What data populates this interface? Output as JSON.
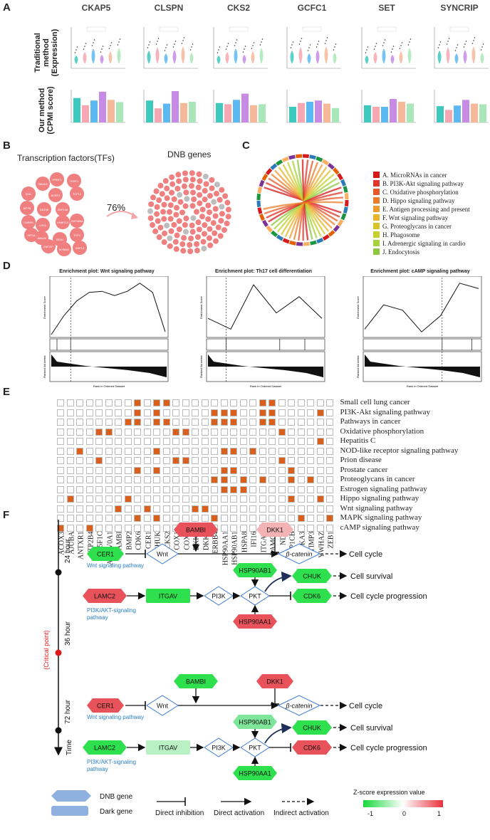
{
  "figure": {
    "panel_labels": [
      "A",
      "B",
      "C",
      "D",
      "E",
      "F"
    ]
  },
  "panel_a": {
    "genes": [
      "CKAP5",
      "CLSPN",
      "CKS2",
      "GCFC1",
      "SET",
      "SYNCRIP"
    ],
    "row_labels": {
      "traditional": [
        "Traditional",
        "method",
        "(Expression)"
      ],
      "ours": [
        "Our method",
        "(CPMI score)"
      ]
    },
    "bar_colors": [
      "#3ec9bf",
      "#f7a7b2",
      "#5cb8f0",
      "#c78be6",
      "#f5b99a",
      "#a9e6b9"
    ],
    "cpmi": [
      [
        0.78,
        0.55,
        0.7,
        0.98,
        0.72,
        0.65
      ],
      [
        0.7,
        0.45,
        0.6,
        1.0,
        0.62,
        0.66
      ],
      [
        0.62,
        0.58,
        0.72,
        0.92,
        0.55,
        0.58
      ],
      [
        0.5,
        0.62,
        0.66,
        0.7,
        0.6,
        0.46
      ],
      [
        0.55,
        0.5,
        0.5,
        0.75,
        0.66,
        0.6
      ],
      [
        0.52,
        0.4,
        0.54,
        0.72,
        0.6,
        0.58
      ]
    ]
  },
  "panel_b": {
    "tf_title": "Transcription factors(TFs)",
    "dnb_title": "DNB genes",
    "percent": "76%",
    "tfs": [
      "SMAD2",
      "PRRF1",
      "TERF1",
      "SKIL",
      "ACBF2",
      "TCF12",
      "NFYB",
      "GATA6",
      "ZNF146",
      "GABPA",
      "LHX1",
      "LIMBTL2",
      "ZNF286A",
      "SMAD5",
      "EEA1",
      "TCF4",
      "HIF1A",
      "ZNF207",
      "MYBM1",
      "ZNF12"
    ]
  },
  "panel_c": {
    "legend": [
      "A. MicroRNAs in cancer",
      "B. PI3K-Akt signaling pathway",
      "C. Oxidative phosphorylation",
      "D. Hippo signaling pathway",
      "E. Antigen processing and present",
      "F. Wnt signaling pathway",
      "G. Proteoglycans in cancer",
      "H. Phagosome",
      "I. Adrenergic signaling in cardio",
      "J. Endocytosis"
    ],
    "colors": [
      "#d7191c",
      "#e0362a",
      "#e65a2a",
      "#ec7d28",
      "#f09a2c",
      "#e7b42a",
      "#d8c32a",
      "#c3d02e",
      "#a6d23b",
      "#8dc63f"
    ]
  },
  "panel_d": {
    "plots": [
      {
        "title": "Enrichment plot: Wnt signaling pathway",
        "ylabel_top": "Enrichment Score",
        "ylabel_bottom": "Ranked list metric",
        "xlabel": "Rank in Ordered Dataset",
        "es": [
          0,
          0.35,
          0.62,
          0.78,
          0.8,
          0.72,
          0.8,
          0.95,
          0.78,
          0.05
        ],
        "hits": [
          0.05,
          0.17
        ],
        "peak": 0.17
      },
      {
        "title": "Enrichment plot: Th17 cell differentiation",
        "ylabel_top": "Enrichment Score",
        "ylabel_bottom": "Ranked list metric",
        "xlabel": "Rank in Ordered Dataset",
        "es": [
          0.3,
          0.1,
          0.92,
          0.4,
          0.7,
          0.3
        ],
        "hits": [
          0.16,
          0.63,
          0.85
        ],
        "peak": 0.16
      },
      {
        "title": "Enrichment plot: cAMP signaling pathway",
        "ylabel_top": "Enrichment Score",
        "ylabel_bottom": "Ranked list metric",
        "xlabel": "Rank in Ordered Dataset",
        "es": [
          0.1,
          0.55,
          0.45,
          0.05,
          0.35,
          0.95,
          0.85
        ],
        "hits": [
          0.68,
          0.94
        ],
        "peak": 0.68
      }
    ]
  },
  "panel_e": {
    "genes": [
      "ACOX3",
      "AJUBA",
      "ANTXR1",
      "ATP2B4",
      "ATP5F1C",
      "ATP6V0A1",
      "BAMBI",
      "BMP2",
      "CDK6",
      "CER1",
      "CHUK",
      "CKS2",
      "COX1",
      "COX2",
      "DKK1",
      "DKK4",
      "ERBB4",
      "HSP90AA1",
      "HSP90AB1",
      "HSPA8",
      "IFI16",
      "ITGAV",
      "LAMC2",
      "ND1",
      "PPP1CB",
      "RPS6KA3",
      "TIMP3",
      "YWHAZ",
      "ZEB1"
    ],
    "pathways": [
      "Small cell lung cancer",
      "PI3K-Akt signaling pathway",
      "Pathways in cancer",
      "Oxidative phosphorylation",
      "Hepatitis C",
      "NOD-like receptor signaling pathway",
      "Prion disease",
      "Prostate cancer",
      "Proteoglycans in cancer",
      "Estrogen signaling pathway",
      "Hippo signaling pathway",
      "Wnt signaling pathway",
      "MAPK signaling pathway",
      "cAMP signaling pathway"
    ],
    "filled": [
      [
        8,
        10,
        11,
        21,
        22
      ],
      [
        8,
        10,
        16,
        17,
        18,
        21,
        22,
        27
      ],
      [
        7,
        8,
        10,
        11,
        16,
        17,
        18,
        21,
        22
      ],
      [
        4,
        5,
        12,
        13,
        23
      ],
      [
        27
      ],
      [
        2,
        10,
        17,
        18,
        20
      ],
      [
        4,
        12,
        13,
        23
      ],
      [
        8,
        10,
        17,
        18,
        24
      ],
      [
        16,
        17,
        19,
        21,
        24,
        26
      ],
      [
        17,
        18,
        19
      ],
      [
        1,
        7,
        24,
        27
      ],
      [
        6,
        9,
        14,
        15
      ],
      [
        8,
        10,
        16,
        25,
        28
      ],
      [
        0,
        3
      ]
    ],
    "fill_color": "#d95f1a"
  },
  "panel_f": {
    "time_label": "Time",
    "critical": "(Critical point)",
    "hours": [
      "24 hour",
      "36 hour",
      "72 hour"
    ],
    "wnt_label": "Wnt signaling pathway",
    "pi3k_label_1": "PI3K/AKT-signaling",
    "pi3k_label_2": "pathway",
    "nodes": {
      "bambi": "BAMBI",
      "dkk1": "DKK1",
      "cer1": "CER1",
      "wnt": "Wnt",
      "bcat": "β-catenin",
      "cell_cycle": "Cell cycle",
      "hsp90ab1": "HSP90AB1",
      "chuk": "CHUK",
      "cell_survival": "Cell survival",
      "lamc2": "LAMC2",
      "itgav": "ITGAV",
      "pi3k": "PI3K",
      "pkt": "PKT",
      "cdk6": "CDK6",
      "progression": "Cell cycle progression",
      "hsp90aa1": "HSP90AA1"
    },
    "legend": {
      "dnb": "DNB gene",
      "dark": "Dark gene",
      "inhib": "Direct inhibition",
      "act": "Direct activation",
      "ind": "Indirect activation",
      "zscore": "Z-score expression value",
      "neg": "-1",
      "zero": "0",
      "pos": "1"
    },
    "colors": {
      "red_strong": "#e8525a",
      "red_light": "#f3b3b5",
      "green_strong": "#2ee04e",
      "green_light": "#b9f0c4",
      "green_mid": "#7fe59a",
      "diamond": "#3b7bd4",
      "blue_text": "#2a7fc9"
    }
  }
}
